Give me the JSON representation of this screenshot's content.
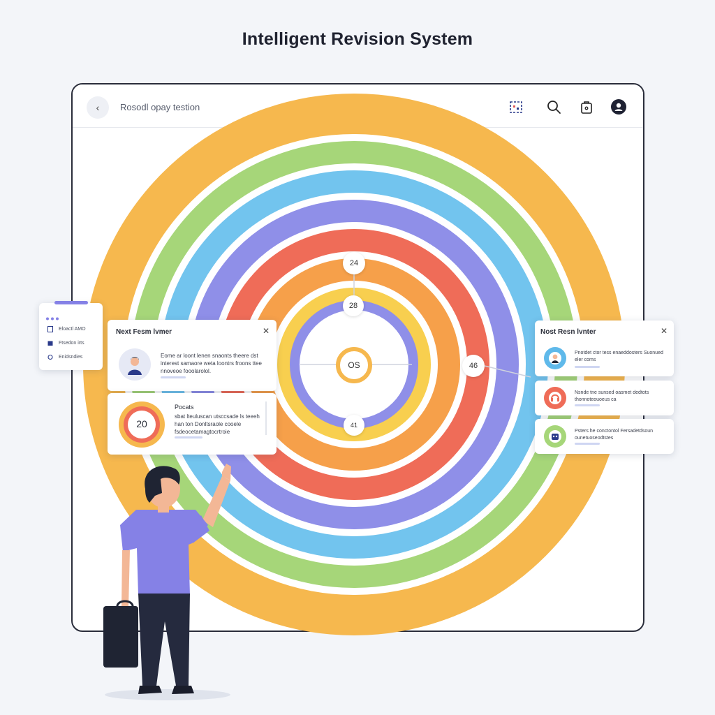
{
  "header": {
    "title": "Intelligent Revision System"
  },
  "topbar": {
    "session_label": "Rosodl opay testion",
    "icons": [
      "back-arrow-icon",
      "calendar-grid-icon",
      "search-icon",
      "bag-icon",
      "user-icon"
    ]
  },
  "rings": {
    "colors": [
      "#f6b84e",
      "#a6d679",
      "#72c4ee",
      "#8f8fe8",
      "#ef6c58",
      "#f6a04a",
      "#f8cf4f"
    ],
    "inner_ring_color": "#8f8fe8",
    "center_ring_color": "#f6b84e",
    "nodes": {
      "top": "24",
      "inner_top": "28",
      "right": "46",
      "center": "OS",
      "bottom": "41"
    }
  },
  "left_mini": {
    "items": [
      {
        "label": "Eloactl AMO",
        "icon": "doc-icon"
      },
      {
        "label": "Ftsedon irts",
        "icon": "folder-icon"
      },
      {
        "label": "Enidsndies",
        "icon": "refresh-icon"
      }
    ]
  },
  "left_card": {
    "title": "Next Fesm lvmer",
    "text": "Eome ar loont lenen snaonts theere dst interest samaore weta loontrs froons ttee nnoveoe fooolarolol.",
    "avatar": "person-avatar-icon"
  },
  "score_card": {
    "value": "20",
    "title": "Pocats",
    "text": "sbat lteuluscan utsccsade ls teeeh han ton Donltsraole cooele fsdeocetamagtocrtroie"
  },
  "right_panel": {
    "title": "Nost Resn lvnter",
    "items": [
      {
        "text": "Pnotdet ctor tess enaeddosters Suonued eler coms",
        "icon": "reader-icon",
        "color": "#5fb9ea"
      },
      {
        "text": "Nsnde tne sunsed oasmet dedtots thonnoteouoeus ca",
        "icon": "headset-icon",
        "color": "#ef6c58"
      },
      {
        "text": "Psters he conctontol Fersadetdsoun ounetuoseodtstes",
        "icon": "bot-icon",
        "color": "#a6d679"
      }
    ]
  },
  "colors": {
    "frame_border": "#2a2d3b",
    "shirt": "#8581e6",
    "pants": "#252a3e",
    "hair": "#1f2433",
    "skin": "#f3b796"
  }
}
